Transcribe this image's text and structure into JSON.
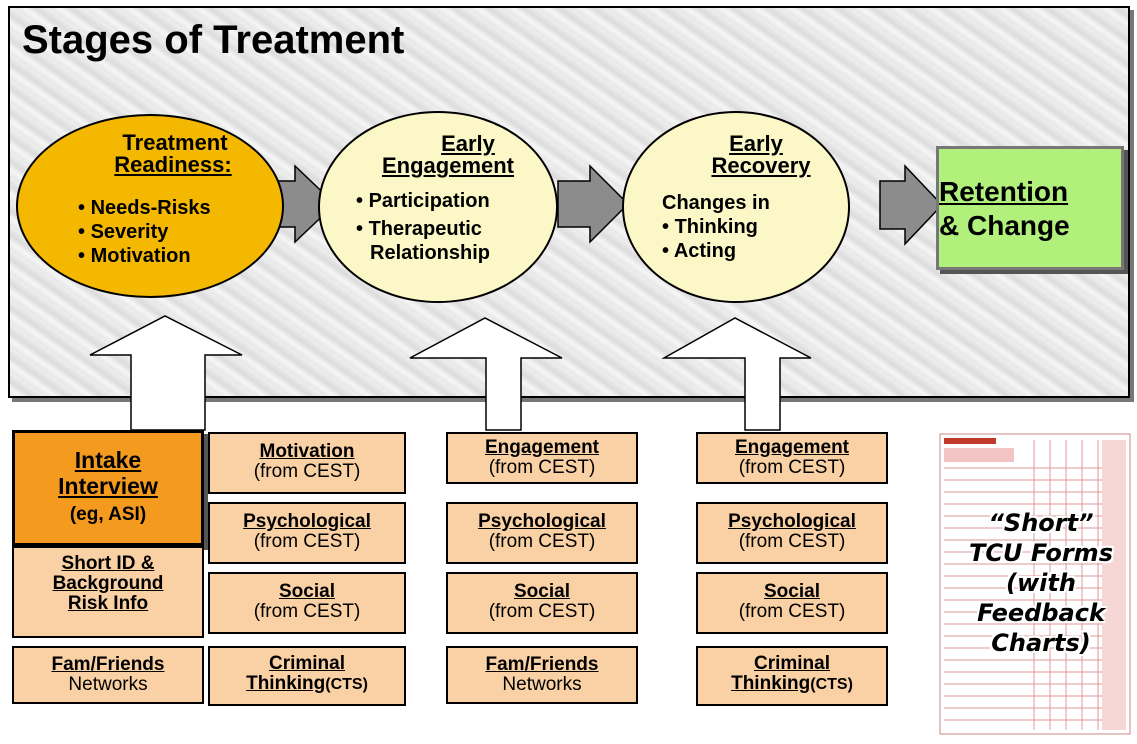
{
  "title": "Stages of Treatment",
  "stages": [
    {
      "heading": [
        "Treatment",
        "Readiness:"
      ],
      "bullets": [
        "Needs-Risks",
        "Severity",
        "Motivation"
      ]
    },
    {
      "heading": [
        "Early",
        "Engagement"
      ],
      "bullets": [
        "Participation",
        "Therapeutic",
        "Relationship"
      ]
    },
    {
      "heading": [
        "Early",
        "Recovery"
      ],
      "subtitle": "Changes in",
      "bullets": [
        "Thinking",
        "Acting"
      ]
    }
  ],
  "final": {
    "line1": "Retention",
    "line2": "& Change"
  },
  "col1": {
    "intake": {
      "line1": "Intake",
      "line2": "Interview",
      "line3": "(eg, ASI)"
    },
    "short_id": {
      "line1": "Short ID &",
      "line2": "Background",
      "line3": "Risk Info"
    },
    "fam": {
      "head": "Fam/Friends",
      "sub": "Networks"
    }
  },
  "col2": {
    "b1": {
      "head": "Motivation",
      "sub": "(from CEST)"
    },
    "b2": {
      "head": "Psychological",
      "sub": "(from CEST)"
    },
    "b3": {
      "head": "Social",
      "sub": "(from CEST)"
    },
    "b4": {
      "head1": "Criminal",
      "head2": "Thinking",
      "cts": "(CTS)"
    }
  },
  "col3": {
    "b1": {
      "head": "Engagement",
      "sub": "(from CEST)"
    },
    "b2": {
      "head": "Psychological",
      "sub": "(from CEST)"
    },
    "b3": {
      "head": "Social",
      "sub": "(from CEST)"
    },
    "b4": {
      "head": "Fam/Friends",
      "sub": "Networks"
    }
  },
  "col4": {
    "b1": {
      "head": "Engagement",
      "sub": "(from CEST)"
    },
    "b2": {
      "head": "Psychological",
      "sub": "(from CEST)"
    },
    "b3": {
      "head": "Social",
      "sub": "(from CEST)"
    },
    "b4": {
      "head1": "Criminal",
      "head2": "Thinking",
      "cts": "(CTS)"
    }
  },
  "tcu": {
    "l1": "“Short”",
    "l2": "TCU Forms",
    "l3": "(with",
    "l4": "Feedback",
    "l5": "Charts)"
  },
  "colors": {
    "stage1": "#f5b800",
    "stage_other": "#fbf7c6",
    "final": "#b2f07c",
    "box": "#fad1a4",
    "intake": "#f49a1f",
    "arrow": "#8c8c8c"
  }
}
